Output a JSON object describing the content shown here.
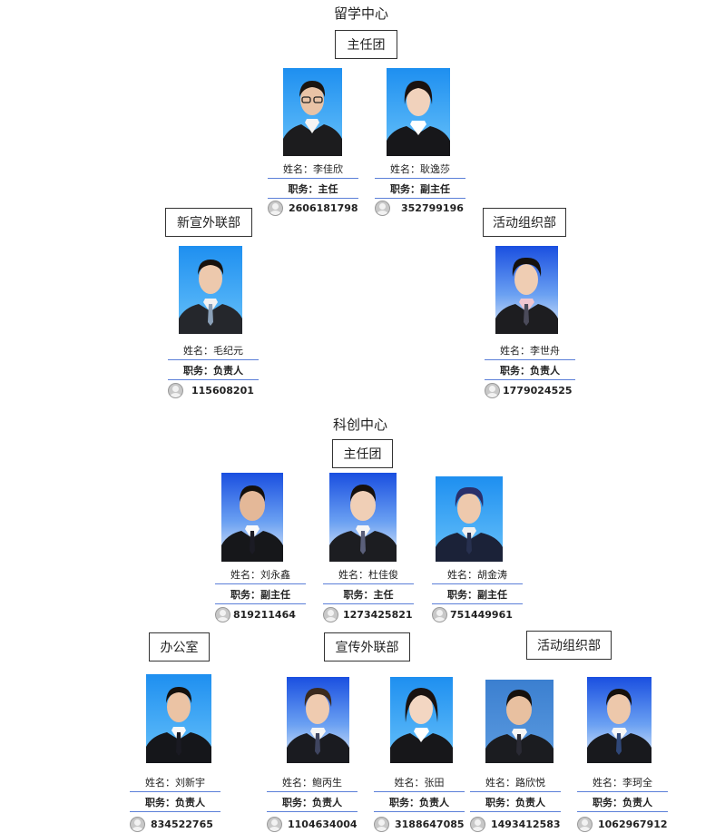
{
  "centers": [
    {
      "title": "留学中心",
      "departments": [
        {
          "name": "主任团",
          "members": [
            {
              "name_label": "姓名：李佳欣",
              "duty_label": "职务：主任",
              "qq": "2606181798"
            },
            {
              "name_label": "姓名：耿逸莎",
              "duty_label": "职务：副主任",
              "qq": "352799196"
            }
          ]
        },
        {
          "name": "新宣外联部",
          "members": [
            {
              "name_label": "姓名：毛纪元",
              "duty_label": "职务：负责人",
              "qq": "115608201"
            }
          ]
        },
        {
          "name": "活动组织部",
          "members": [
            {
              "name_label": "姓名：李世舟",
              "duty_label": "职务：负责人",
              "qq": "1779024525"
            }
          ]
        }
      ]
    },
    {
      "title": "科创中心",
      "departments": [
        {
          "name": "主任团",
          "members": [
            {
              "name_label": "姓名：刘永鑫",
              "duty_label": "职务：副主任",
              "qq": "819211464"
            },
            {
              "name_label": "姓名：杜佳俊",
              "duty_label": "职务：主任",
              "qq": "1273425821"
            },
            {
              "name_label": "姓名：胡金涛",
              "duty_label": "职务：副主任",
              "qq": "751449961"
            }
          ]
        },
        {
          "name": "办公室",
          "members": [
            {
              "name_label": "姓名：刘新宇",
              "duty_label": "职务：负责人",
              "qq": "834522765"
            }
          ]
        },
        {
          "name": "宣传外联部",
          "members": [
            {
              "name_label": "姓名：鲍丙生",
              "duty_label": "职务：负责人",
              "qq": "1104634004"
            },
            {
              "name_label": "姓名：张田",
              "duty_label": "职务：负责人",
              "qq": "3188647085"
            }
          ]
        },
        {
          "name": "活动组织部",
          "members": [
            {
              "name_label": "姓名：路欣悦",
              "duty_label": "职务：负责人",
              "qq": "1493412583"
            },
            {
              "name_label": "姓名：李珂全",
              "duty_label": "职务：负责人",
              "qq": "1062967912"
            }
          ]
        }
      ]
    }
  ],
  "colors": {
    "photo_blue": "#1e8ff0",
    "row_underline": "#5b7fd8",
    "avatar_gray": "#c8c8c8"
  },
  "icons": {
    "contact": "qq-avatar-icon"
  }
}
